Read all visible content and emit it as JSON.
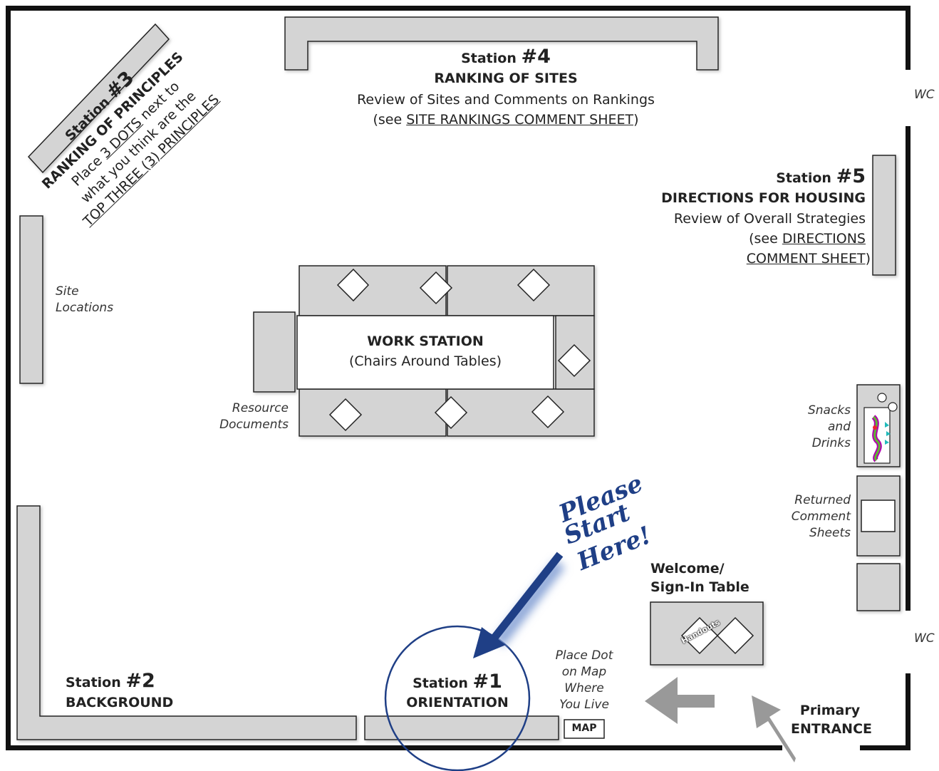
{
  "station4": {
    "title": "Station ",
    "num": "#4",
    "name": "RANKING OF SITES",
    "line1": "Review of Sites and Comments on Rankings",
    "pre": "(see ",
    "link": "SITE RANKINGS COMMENT SHEET",
    "post": ")"
  },
  "station3": {
    "title": "Station ",
    "num": "#3",
    "name": "RANKING OF PRINCIPLES",
    "l1_pre": "Place ",
    "l1_link": "3 DOTS",
    "l1_post": " next to",
    "l2": "what you think are the",
    "l3": "TOP THREE (3) PRINCIPLES"
  },
  "station5": {
    "title": "Station ",
    "num": "#5",
    "name": "DIRECTIONS FOR HOUSING",
    "line1": "Review of Overall Strategies",
    "pre": "(see ",
    "link1": "DIRECTIONS",
    "link2": "COMMENT SHEET",
    "post": ")"
  },
  "station2": {
    "title": "Station ",
    "num": "#2",
    "name": "BACKGROUND"
  },
  "station1": {
    "title": "Station ",
    "num": "#1",
    "name": "ORIENTATION"
  },
  "work": {
    "title": "WORK STATION",
    "sub": "(Chairs Around Tables)"
  },
  "labels": {
    "wc": "WC",
    "site1": "Site",
    "site2": "Locations",
    "res1": "Resource",
    "res2": "Documents",
    "snack1": "Snacks",
    "snack2": "and",
    "snack3": "Drinks",
    "ret1": "Returned",
    "ret2": "Comment",
    "ret3": "Sheets",
    "welcome1": "Welcome/",
    "welcome2": "Sign-In Table",
    "handouts": "Handouts",
    "dot1": "Place Dot",
    "dot2": "on Map",
    "dot3": "Where",
    "dot4": "You Live",
    "map": "MAP",
    "entry1": "Primary",
    "entry2": "ENTRANCE"
  },
  "callout": {
    "l1": "Please",
    "l2": "Start",
    "l3": "Here!"
  },
  "colors": {
    "table": "#d4d4d4",
    "wall": "#111111",
    "arrow_grey": "#999999",
    "callout": "#1f3f86"
  }
}
